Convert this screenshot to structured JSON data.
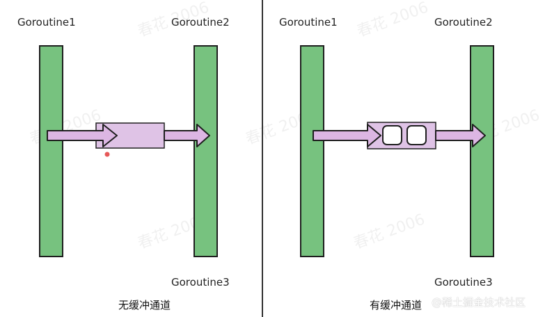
{
  "left_panel": {
    "goroutine1_label": "Goroutine1",
    "goroutine2_label": "Goroutine2",
    "goroutine3_label": "Goroutine3",
    "caption": "无缓冲通道"
  },
  "right_panel": {
    "goroutine1_label": "Goroutine1",
    "goroutine2_label": "Goroutine2",
    "goroutine3_label": "Goroutine3",
    "caption": "有缓冲通道"
  },
  "watermark": {
    "author": "春花 2006",
    "site": "@稀土掘金技术社区"
  },
  "colors": {
    "bar_fill": "#77c27f",
    "bar_stroke": "#1e1e1e",
    "channel_fill": "#dfc3e6",
    "arrow_fill": "#dcb6e3",
    "divider": "#333333",
    "cursor_dot": "#e23b3b"
  }
}
